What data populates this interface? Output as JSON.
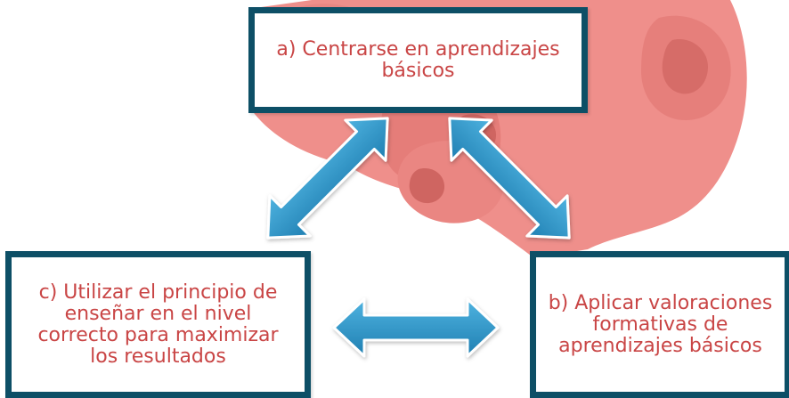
{
  "boxes": {
    "a": {
      "text": "a) Centrarse en aprendizajes básicos"
    },
    "b": {
      "text": "b) Aplicar valoraciones formativas de aprendizajes básicos"
    },
    "c": {
      "text": "c) Utilizar el principio de enseñar en el nivel correcto para maximizar los resultados"
    }
  },
  "colors": {
    "box_border": "#0d4f66",
    "box_text": "#c94545",
    "arrow_blue": "#2f96c9",
    "arrow_blue_dark": "#1a6f9c",
    "background_illustration": "#ee8b87"
  }
}
